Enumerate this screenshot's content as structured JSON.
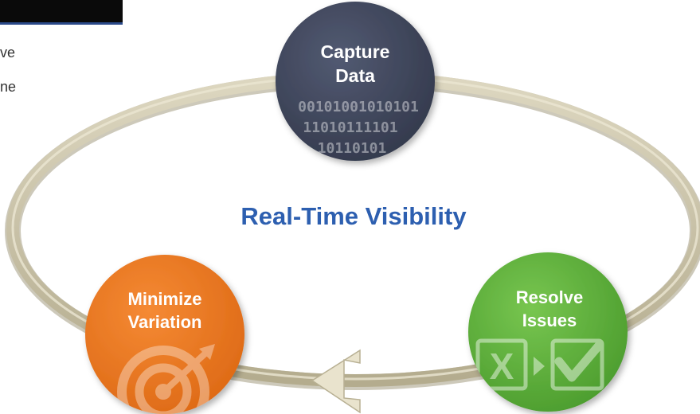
{
  "side_text": {
    "line1": "ve",
    "line2": "ne"
  },
  "center_title": "Real-Time Visibility",
  "nodes": {
    "capture": {
      "line1": "Capture",
      "line2": "Data",
      "binary": [
        "00101001010101",
        "11010111101",
        "10110101"
      ],
      "color": "#3d4357"
    },
    "resolve": {
      "line1": "Resolve",
      "line2": "Issues",
      "icons": [
        "spreadsheet-x-icon",
        "arrow-right-icon",
        "checkmark-icon"
      ],
      "color": "#5fb33c"
    },
    "minimize": {
      "line1": "Minimize",
      "line2": "Variation",
      "icons": [
        "target-arrow-icon"
      ],
      "color": "#ee7722"
    }
  },
  "colors": {
    "ring": "#c8c1a7",
    "ring_dark": "#948c6e",
    "center_title": "#2d5fb0"
  }
}
